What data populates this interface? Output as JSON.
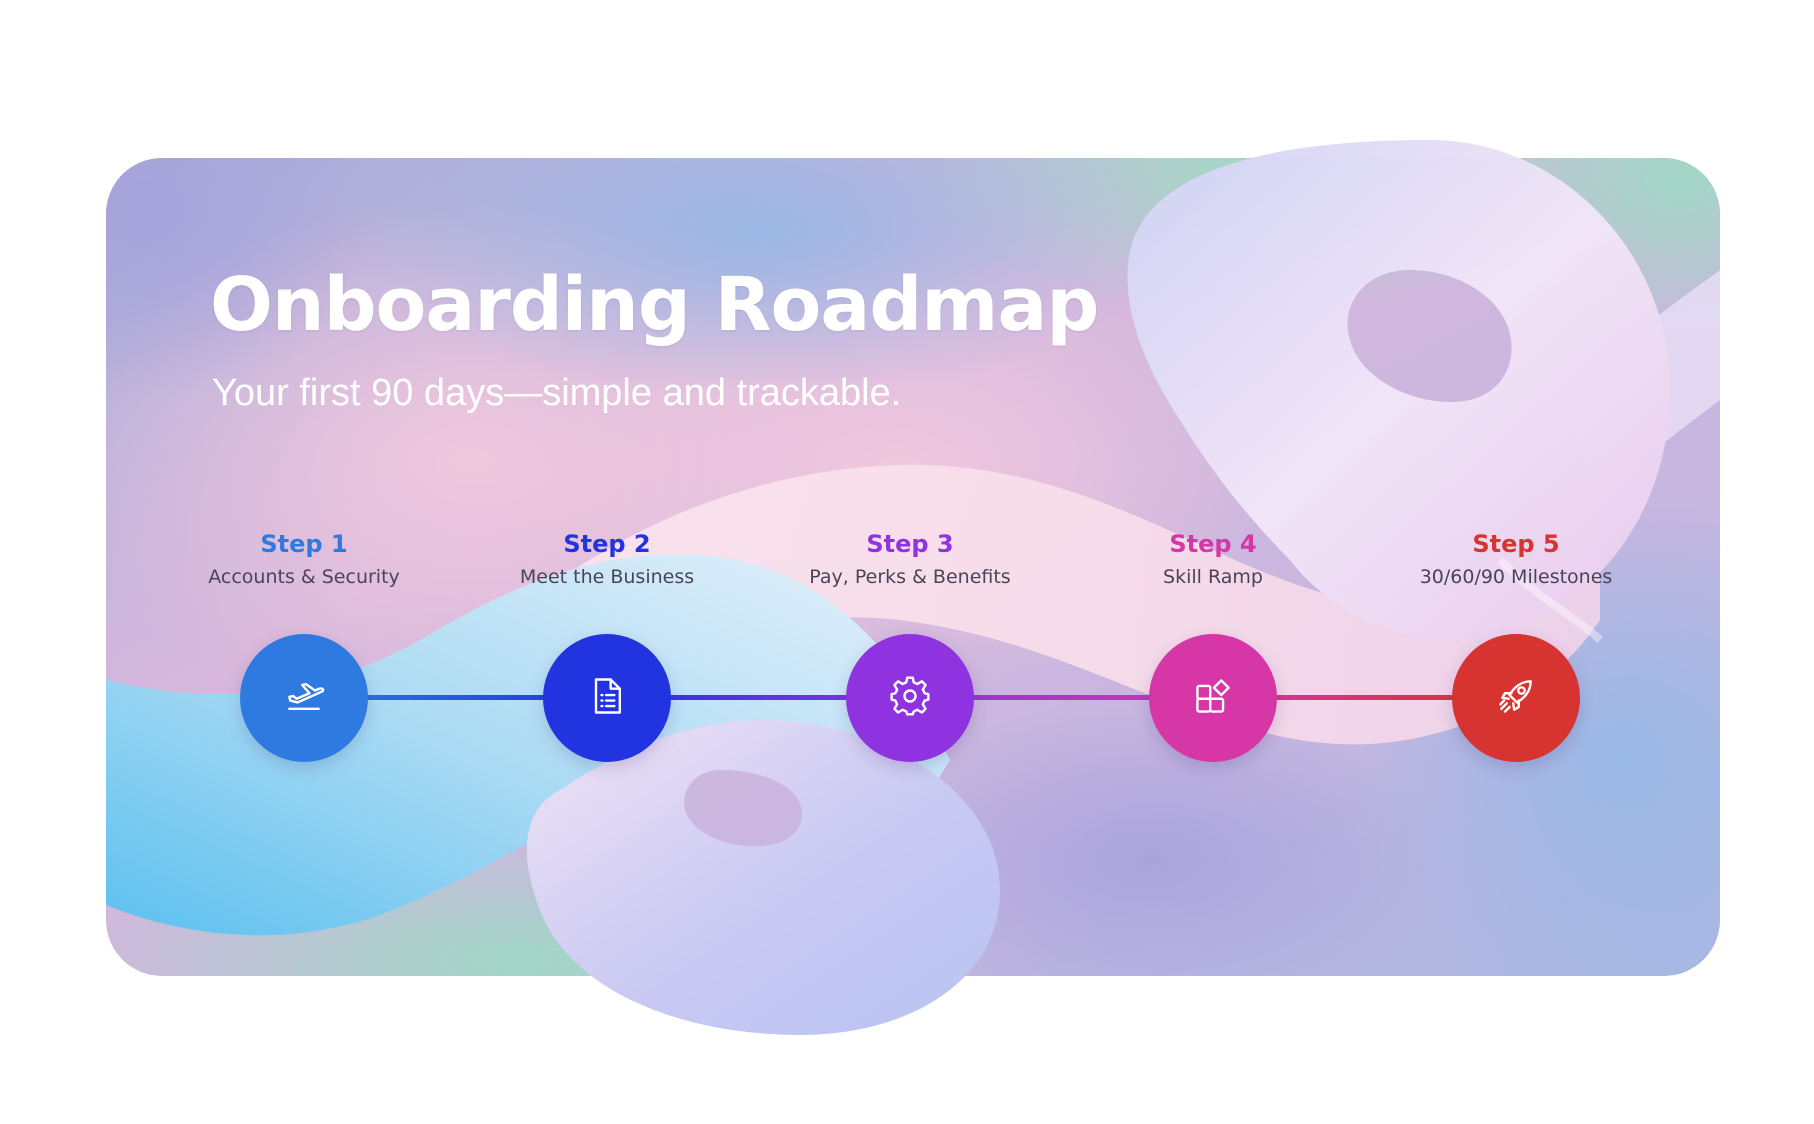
{
  "title": "Onboarding Roadmap",
  "subtitle": "Your first 90 days—simple and trackable.",
  "steps": [
    {
      "label": "Step 1",
      "desc": "Accounts & Security",
      "icon": "airplane-takeoff-icon",
      "color": "#2f7ae0"
    },
    {
      "label": "Step 2",
      "desc": "Meet the Business",
      "icon": "document-list-icon",
      "color": "#2233e0"
    },
    {
      "label": "Step 3",
      "desc": "Pay, Perks & Benefits",
      "icon": "gear-icon",
      "color": "#8f33e0"
    },
    {
      "label": "Step 4",
      "desc": "Skill Ramp",
      "icon": "apps-add-icon",
      "color": "#d636a6"
    },
    {
      "label": "Step 5",
      "desc": "30/60/90 Milestones",
      "icon": "rocket-icon",
      "color": "#d73330"
    }
  ]
}
